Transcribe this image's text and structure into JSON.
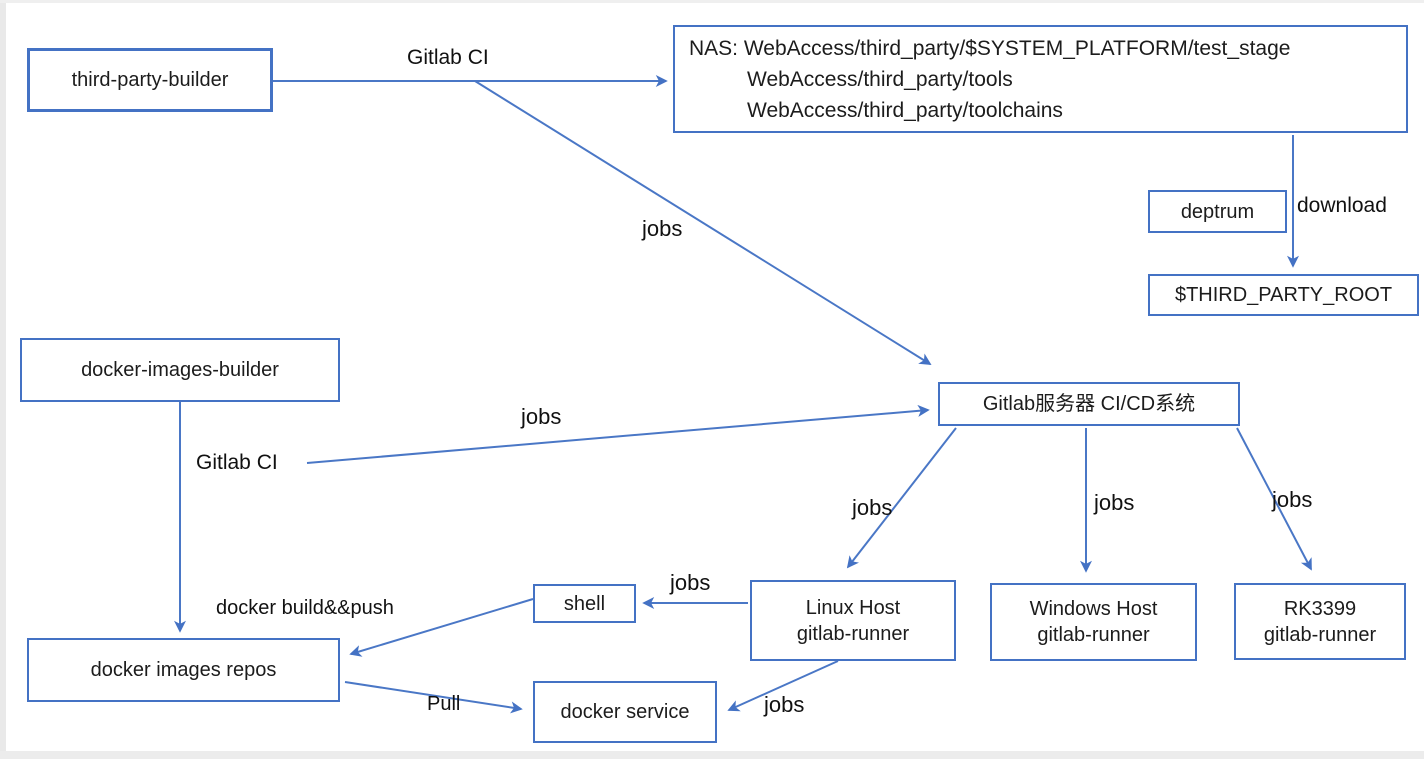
{
  "diagram": {
    "colors": {
      "accent_blue": "#4472c4",
      "arrow_blue": "#4a77c6",
      "background": "#ffffff",
      "text": "#1c1c1c"
    },
    "nodes": {
      "third_party_builder": "third-party-builder",
      "nas_lines": [
        "NAS: WebAccess/third_party/$SYSTEM_PLATFORM/test_stage",
        "WebAccess/third_party/tools",
        "WebAccess/third_party/toolchains"
      ],
      "deptrum": "deptrum",
      "third_party_root": "$THIRD_PARTY_ROOT",
      "docker_images_builder": "docker-images-builder",
      "gitlab_server": "Gitlab服务器 CI/CD系统",
      "linux_host": [
        "Linux Host",
        "gitlab-runner"
      ],
      "windows_host": [
        "Windows Host",
        "gitlab-runner"
      ],
      "rk3399": [
        "RK3399",
        "gitlab-runner"
      ],
      "shell": "shell",
      "docker_images_repos": "docker images repos",
      "docker_service": "docker service"
    },
    "edge_labels": {
      "gitlab_ci_top": "Gitlab CI",
      "jobs_tpb_to_server": "jobs",
      "download": "download",
      "jobs_dib_to_server": "jobs",
      "gitlab_ci_dib": "Gitlab CI",
      "jobs_to_linux": "jobs",
      "jobs_to_windows": "jobs",
      "jobs_to_rk3399": "jobs",
      "jobs_to_shell": "jobs",
      "docker_build_push": "docker build&&push",
      "pull": "Pull",
      "jobs_to_docker_service": "jobs"
    }
  }
}
